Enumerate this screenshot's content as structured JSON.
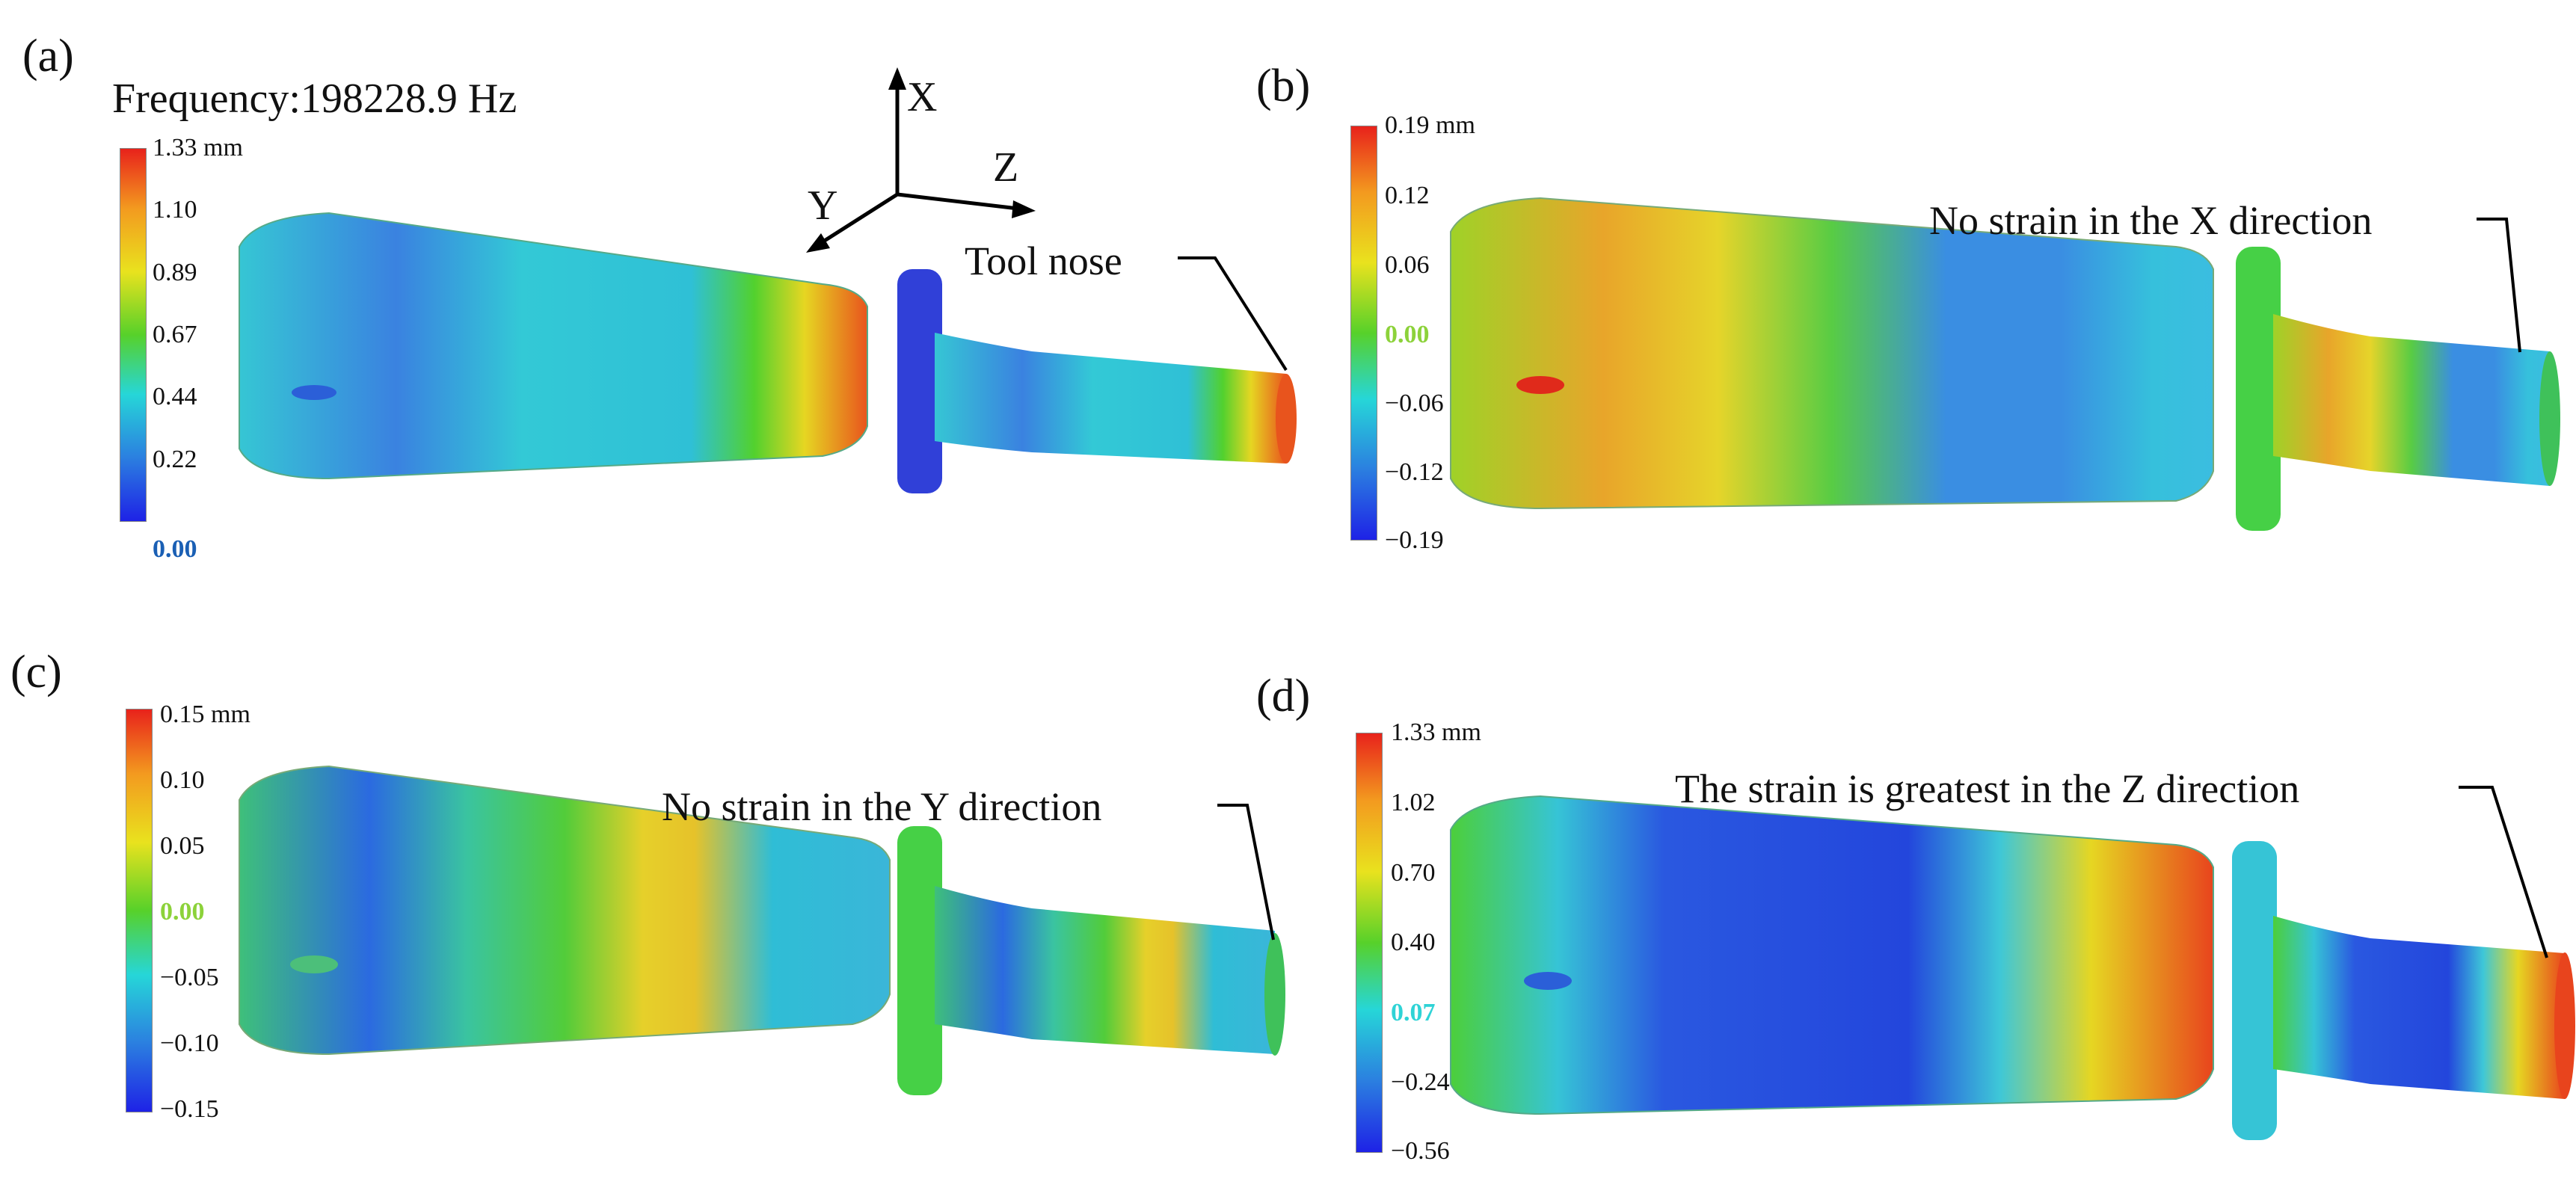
{
  "panels": [
    {
      "label": "(a)",
      "frequency": "Frequency:198228.9 Hz",
      "ticks": [
        "1.33 mm",
        "1.10",
        "0.89",
        "0.67",
        "0.44",
        "0.22",
        "0.00"
      ],
      "highlight_tick": "0.00",
      "highlight_color": "#1a5fb4",
      "callout": "Tool nose",
      "colors": {
        "body": "#33c9d6",
        "mid": "#3a86e2",
        "tip": "#e8541d",
        "flange": "#3040d8"
      }
    },
    {
      "label": "(b)",
      "ticks": [
        "0.19 mm",
        "0.12",
        "0.06",
        "0.00",
        "−0.06",
        "−0.12",
        "−0.19"
      ],
      "highlight_tick": "0.00",
      "highlight_color": "#8cd23a",
      "callout": "No strain in the X direction",
      "colors": {
        "body": "#e4c82a",
        "mid": "#3a8ee2",
        "tip": "#3bbde0",
        "flange": "#46d046"
      }
    },
    {
      "label": "(c)",
      "ticks": [
        "0.15 mm",
        "0.10",
        "0.05",
        "0.00",
        "−0.05",
        "−0.10",
        "−0.15"
      ],
      "highlight_tick": "0.00",
      "highlight_color": "#8cd23a",
      "callout": "No strain in the Y direction",
      "colors": {
        "body": "#4cc46a",
        "mid": "#e6c22a",
        "tip": "#3ab6d8",
        "flange": "#46d046"
      }
    },
    {
      "label": "(d)",
      "ticks": [
        "1.33 mm",
        "1.02",
        "0.70",
        "0.40",
        "0.07",
        "−0.24",
        "−0.56"
      ],
      "highlight_tick": "0.07",
      "highlight_color": "#2fd3d6",
      "callout": "The strain is greatest in the Z direction",
      "colors": {
        "body": "#2346dc",
        "mid": "#3ec7d8",
        "tip": "#e8441d",
        "flange": "#36c4d6"
      }
    }
  ],
  "axes": {
    "x": "X",
    "y": "Y",
    "z": "Z"
  }
}
